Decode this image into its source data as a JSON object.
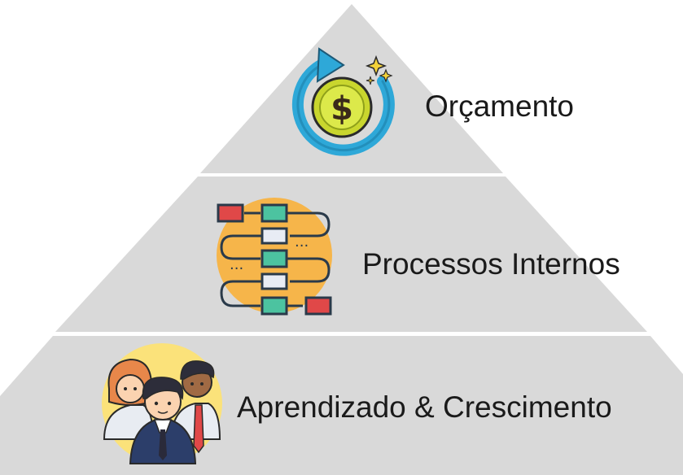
{
  "pyramid": {
    "fill_color": "#d9d9d9",
    "separator_color": "#ffffff",
    "tiers": [
      {
        "label": "Orçamento",
        "icon": "budget-coin-refresh-icon"
      },
      {
        "label": "Processos Internos",
        "icon": "process-flow-icon"
      },
      {
        "label": "Aprendizado & Crescimento",
        "icon": "team-people-icon"
      }
    ]
  }
}
